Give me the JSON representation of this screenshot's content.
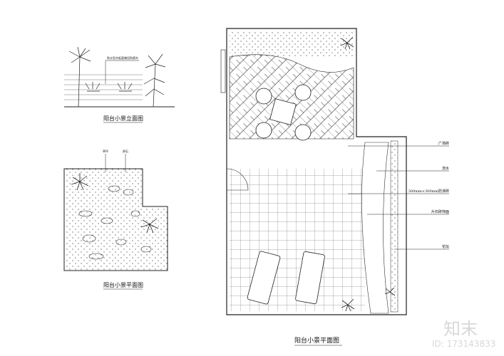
{
  "elevation": {
    "title": "阳台小景立面图",
    "note": "防水型木板面铺设防腐木"
  },
  "small_plan": {
    "title": "阳台小景平面图",
    "labels": [
      "草坪",
      "卵石"
    ]
  },
  "main_plan": {
    "title": "阳台小景平面图",
    "labels": [
      "广场砖",
      "流水",
      "300mm×300mm防滑砖",
      "片石砖饰面",
      "花坛"
    ]
  },
  "watermark": {
    "brand": "知末",
    "id": "ID: 173143833"
  }
}
